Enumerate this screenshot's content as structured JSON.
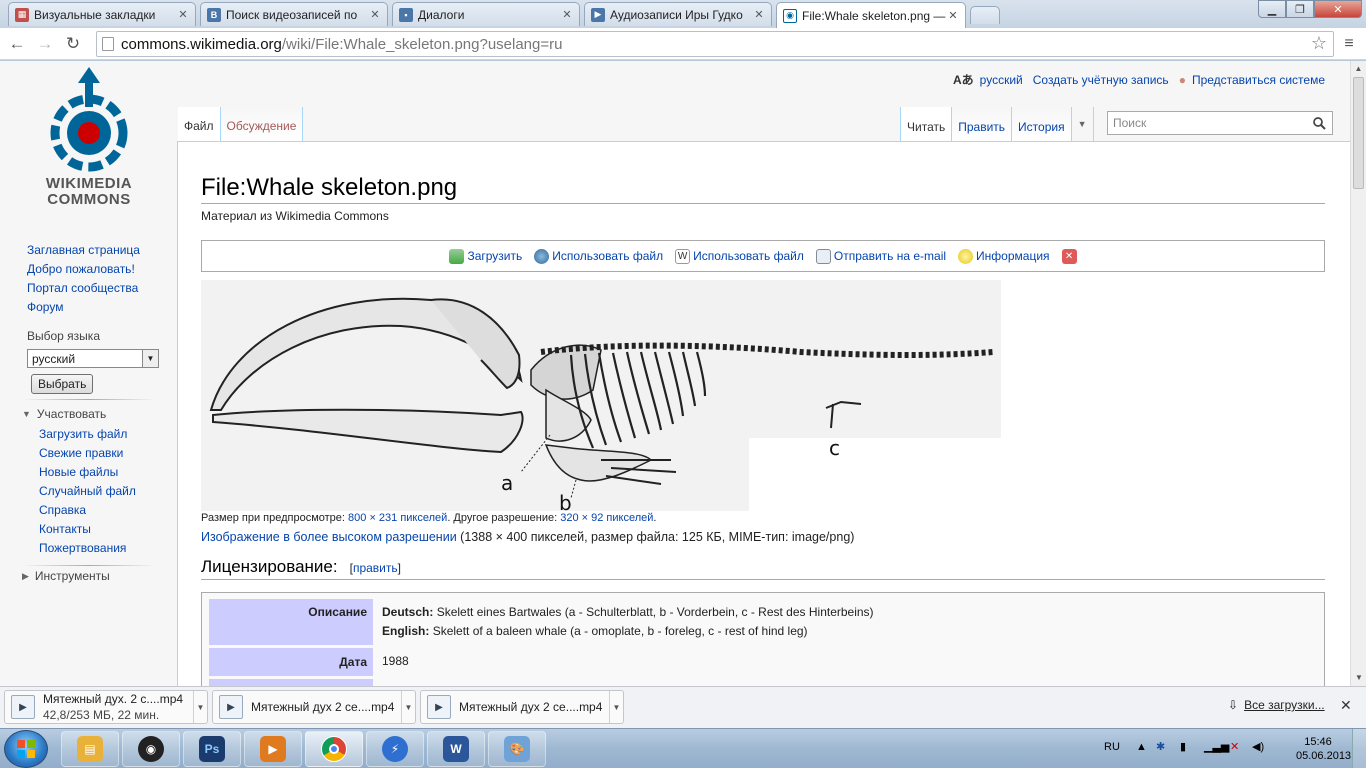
{
  "browser": {
    "tabs": [
      {
        "title": "Визуальные закладки",
        "icon": "grid-icon",
        "color": "#c0504d"
      },
      {
        "title": "Поиск видеозаписей по ",
        "icon": "vk-icon",
        "color": "#4a76a8"
      },
      {
        "title": "Диалоги",
        "icon": "vk-dialog-icon",
        "color": "#4a76a8"
      },
      {
        "title": "Аудиозаписи Иры Гудко",
        "icon": "vk-audio-icon",
        "color": "#4a76a8"
      },
      {
        "title": "File:Whale skeleton.png —",
        "icon": "wikimedia-icon",
        "color": "#069"
      }
    ],
    "url_host": "commons.wikimedia.org",
    "url_path": "/wiki/File:Whale_skeleton.png?uselang=ru"
  },
  "personal": {
    "language": "русский",
    "create_account": "Создать учётную запись",
    "login": "Представиться системе"
  },
  "logo": {
    "line1": "WIKIMEDIA",
    "line2": "COMMONS"
  },
  "sidebar": {
    "nav": [
      "Заглавная страница",
      "Добро пожаловать!",
      "Портал сообщества",
      "Форум"
    ],
    "lang_heading": "Выбор языка",
    "lang_value": "русский",
    "lang_button": "Выбрать",
    "participate_heading": "Участвовать",
    "participate": [
      "Загрузить файл",
      "Свежие правки",
      "Новые файлы",
      "Случайный файл",
      "Справка",
      "Контакты",
      "Пожертвования"
    ],
    "tools_heading": "Инструменты"
  },
  "tabs": {
    "file": "Файл",
    "discussion": "Обсуждение",
    "read": "Читать",
    "edit": "Править",
    "history": "История",
    "search_placeholder": "Поиск"
  },
  "article": {
    "title": "File:Whale skeleton.png",
    "subtitle": "Материал из Wikimedia Commons",
    "toolbox": {
      "upload": "Загрузить",
      "use_file": "Использовать файл",
      "use_file_wiki": "Использовать файл",
      "email": "Отправить на e-mail",
      "info": "Информация"
    },
    "image_labels": {
      "a": "a",
      "b": "b",
      "c": "c"
    },
    "preview_label": "Размер при предпросмотре:",
    "preview_size": "800 × 231 пикселей",
    "other_res_label": ". Другое разрешение:",
    "other_res": "320 × 92 пикселей",
    "other_res_end": ".",
    "hires_link": "Изображение в более высоком разрешении",
    "hires_info": "(1388 × 400 пикселей, размер файла: 125 КБ, MIME-тип: image/png)",
    "licensing_heading": "Лицензирование:",
    "edit_link": "править",
    "info_table": {
      "desc_label": "Описание",
      "de_lang": "Deutsch:",
      "de_text": "Skelett eines Bartwales (a - Schulterblatt, b - Vorderbein, c - Rest des Hinterbeins)",
      "en_lang": "English:",
      "en_text": "Skelett of a baleen whale (a - omoplate, b - foreleg, c - rest of hind leg)",
      "date_label": "Дата",
      "date_value": "1988"
    }
  },
  "downloads": {
    "items": [
      {
        "name": "Мятежный дух. 2 с....mp4",
        "status": "42,8/253 МБ, 22 мин."
      },
      {
        "name": "Мятежный дух 2 се....mp4",
        "status": ""
      },
      {
        "name": "Мятежный дух 2 се....mp4",
        "status": ""
      }
    ],
    "all_downloads": "Все загрузки..."
  },
  "taskbar": {
    "lang": "RU",
    "time": "15:46",
    "date": "05.06.2013",
    "apps": [
      {
        "name": "explorer-icon",
        "color": "#e8b23a"
      },
      {
        "name": "media-player-icon",
        "color": "#222"
      },
      {
        "name": "photoshop-icon",
        "color": "#1b3b6f",
        "glyph": "Ps"
      },
      {
        "name": "video-icon",
        "color": "#e07a1f"
      },
      {
        "name": "chrome-icon",
        "color": "#3a9a3a"
      },
      {
        "name": "downloader-icon",
        "color": "#2f6fd0"
      },
      {
        "name": "word-icon",
        "color": "#2b579a",
        "glyph": "W"
      },
      {
        "name": "paint-icon",
        "color": "#6fa3d8"
      }
    ]
  }
}
